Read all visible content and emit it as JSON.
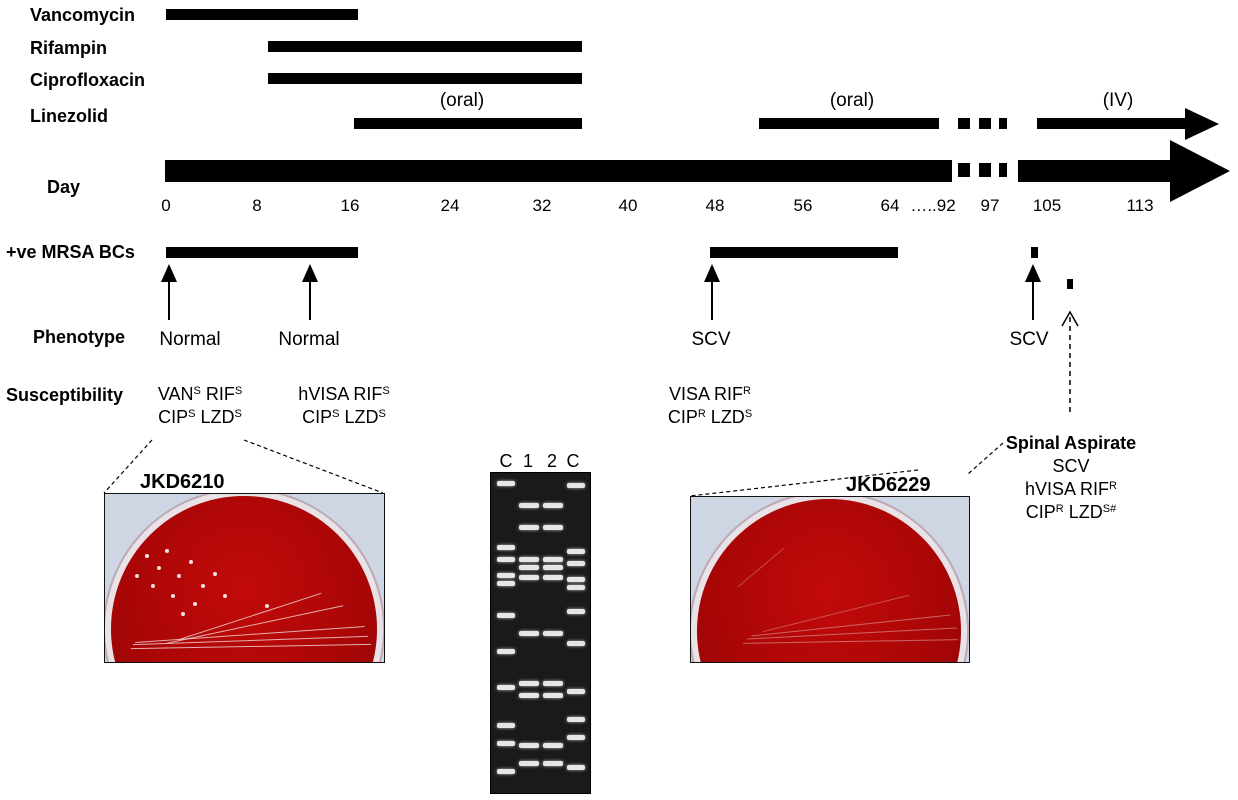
{
  "drugs": {
    "vancomycin": "Vancomycin",
    "rifampin": "Rifampin",
    "ciprofloxacin": "Ciprofloxacin",
    "linezolid": "Linezolid",
    "oral_1": "(oral)",
    "oral_2": "(oral)",
    "iv": "(IV)"
  },
  "timeline": {
    "label": "Day",
    "ticks": [
      "0",
      "8",
      "16",
      "24",
      "32",
      "40",
      "48",
      "56",
      "64",
      "…..92",
      "97",
      "105",
      "113"
    ]
  },
  "cultures": {
    "label": "+ve MRSA BCs"
  },
  "phenotype": {
    "label": "Phenotype",
    "p1": "Normal",
    "p2": "Normal",
    "p3": "SCV",
    "p4": "SCV"
  },
  "susceptibility": {
    "label": "Susceptibility",
    "s1": {
      "a": "VAN",
      "a_sup": "S",
      "b": " RIF",
      "b_sup": "S",
      "c": "CIP",
      "c_sup": "S",
      "d": " LZD",
      "d_sup": "S"
    },
    "s2": {
      "a": "hVISA RIF",
      "a_sup": "S",
      "c": "CIP",
      "c_sup": "S",
      "d": " LZD",
      "d_sup": "S"
    },
    "s3": {
      "a": "VISA RIF",
      "a_sup": "R",
      "c": "CIP",
      "c_sup": "R",
      "d": " LZD",
      "d_sup": "S"
    },
    "spinal": {
      "title": "Spinal Aspirate",
      "line1": "SCV",
      "line2": "hVISA RIF",
      "line2_sup": "R",
      "line3": "CIP",
      "line3_sup": "R",
      "line3b": " LZD",
      "line3b_sup": "S#"
    }
  },
  "plates": {
    "left_title": "JKD6210",
    "right_title": "JKD6229"
  },
  "gel": {
    "lanes": [
      "C",
      "1",
      "2",
      "C"
    ]
  }
}
